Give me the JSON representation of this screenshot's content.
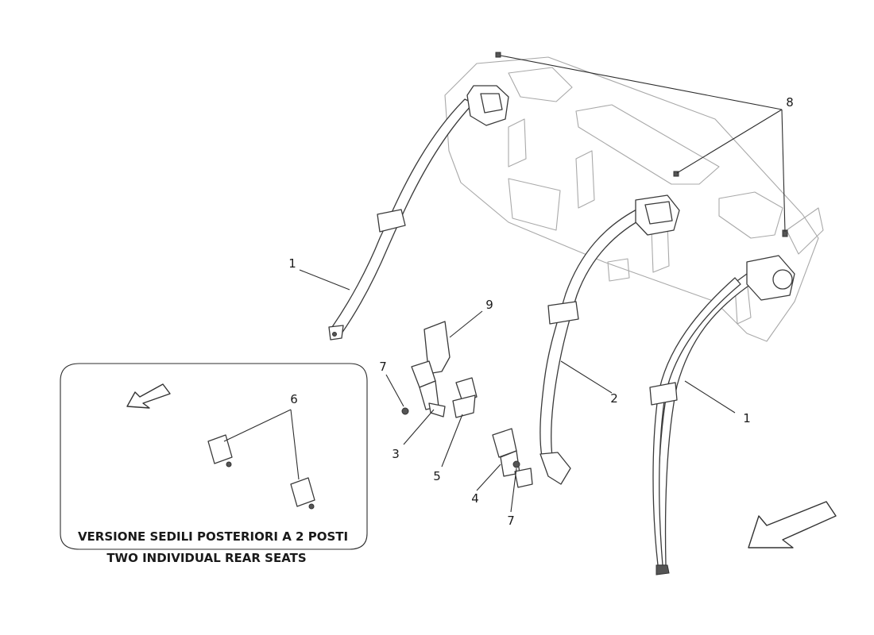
{
  "callouts": [
    {
      "id": "c1a",
      "text": "1"
    },
    {
      "id": "c1b",
      "text": "1"
    },
    {
      "id": "c2",
      "text": "2"
    },
    {
      "id": "c3",
      "text": "3"
    },
    {
      "id": "c4",
      "text": "4"
    },
    {
      "id": "c5",
      "text": "5"
    },
    {
      "id": "c6",
      "text": "6"
    },
    {
      "id": "c7a",
      "text": "7"
    },
    {
      "id": "c7b",
      "text": "7"
    },
    {
      "id": "c8",
      "text": "8"
    },
    {
      "id": "c9",
      "text": "9"
    }
  ],
  "inset": {
    "caption_line1": "VERSIONE SEDILI POSTERIORI A 2 POSTI",
    "caption_line2": "TWO INDIVIDUAL REAR SEATS"
  }
}
